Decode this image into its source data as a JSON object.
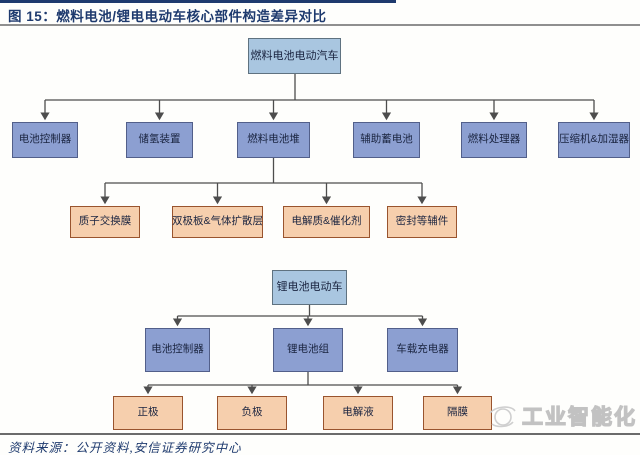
{
  "figure": {
    "title": "图 15：燃料电池/锂电电动车核心部件构造差异对比",
    "source": "资料来源：公开资料,安信证券研究中心",
    "watermark": "工业智能化"
  },
  "colors": {
    "title_navy": "#1e3a6e",
    "root_fill": "#a9c6e0",
    "branch_fill": "#8c9fd1",
    "leaf_fill": "#f6cfad",
    "leaf_border": "#99542e",
    "connector_gray": "#4d4d4d"
  },
  "fuel_cell_tree": {
    "root": "燃料电池电动汽车",
    "branches": [
      "电池控制器",
      "储氢装置",
      "燃料电池堆",
      "辅助蓄电池",
      "燃料处理器",
      "压缩机&加湿器"
    ],
    "leaf_parent": "燃料电池堆",
    "leaves": [
      "质子交换膜",
      "双极板&气体扩散层",
      "电解质&催化剂",
      "密封等辅件"
    ]
  },
  "lithium_tree": {
    "root": "锂电池电动车",
    "branches": [
      "电池控制器",
      "锂电池组",
      "车载充电器"
    ],
    "leaf_parent": "锂电池组",
    "leaves": [
      "正极",
      "负极",
      "电解液",
      "隔膜"
    ]
  }
}
